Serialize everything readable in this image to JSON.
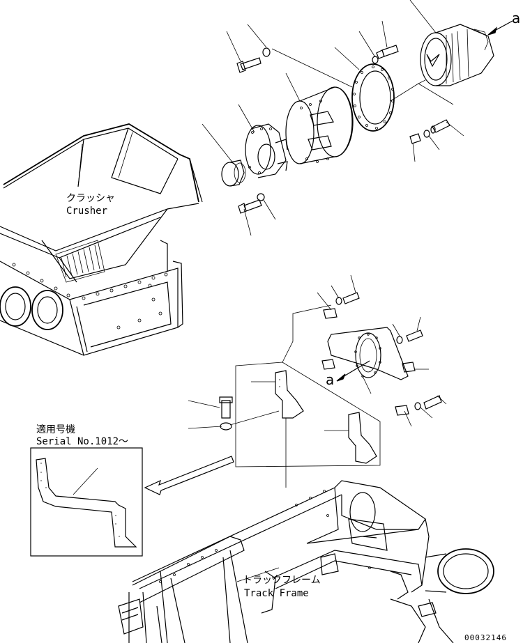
{
  "labels": {
    "crusher_jp": "クラッシャ",
    "crusher_en": "Crusher",
    "serial_jp": "適用号機",
    "serial_en": "Serial No.1012～",
    "track_frame_jp": "トラックフレーム",
    "track_frame_en": "Track Frame",
    "ref_a_top": "a",
    "ref_a_mid": "a",
    "drawing_number": "00032146"
  },
  "icons": {
    "leader_lines": "leader-lines",
    "arrow": "arrow-icon"
  }
}
